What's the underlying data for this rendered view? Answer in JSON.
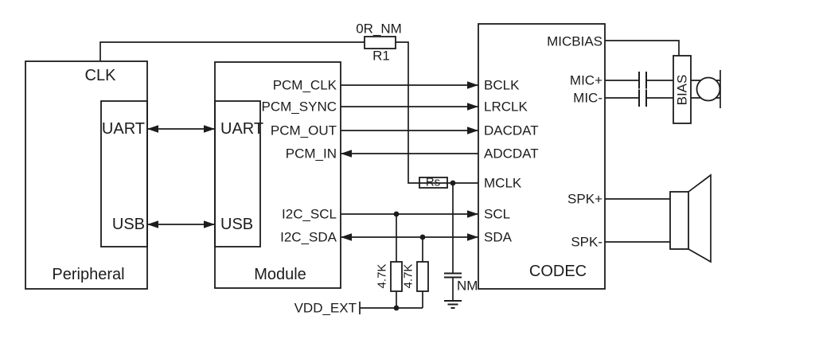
{
  "colors": {
    "line": "#1c1c1c",
    "background": "#ffffff"
  },
  "blocks": {
    "peripheral": {
      "label": "Peripheral",
      "clk": "CLK",
      "uart": "UART",
      "usb": "USB"
    },
    "module": {
      "label": "Module",
      "uart": "UART",
      "usb": "USB",
      "pins": {
        "pcm_clk": "PCM_CLK",
        "pcm_sync": "PCM_SYNC",
        "pcm_out": "PCM_OUT",
        "pcm_in": "PCM_IN",
        "i2c_scl": "I2C_SCL",
        "i2c_sda": "I2C_SDA"
      }
    },
    "codec": {
      "label": "CODEC",
      "pins_left": {
        "bclk": "BCLK",
        "lrclk": "LRCLK",
        "dacdat": "DACDAT",
        "adcdat": "ADCDAT",
        "mclk": "MCLK",
        "scl": "SCL",
        "sda": "SDA"
      },
      "pins_right": {
        "micbias": "MICBIAS",
        "mic_p": "MIC+",
        "mic_n": "MIC-",
        "spk_p": "SPK+",
        "spk_n": "SPK-"
      }
    }
  },
  "components": {
    "r1": {
      "value": "0R_NM",
      "ref": "R1"
    },
    "rs": {
      "ref": "Rs"
    },
    "pullup_scl": {
      "value": "4.7K"
    },
    "pullup_sda": {
      "value": "4.7K"
    },
    "mclk_cap": {
      "value": "NM"
    },
    "bias_block": {
      "label": "BIAS"
    },
    "vdd_rail": {
      "label": "VDD_EXT"
    }
  }
}
